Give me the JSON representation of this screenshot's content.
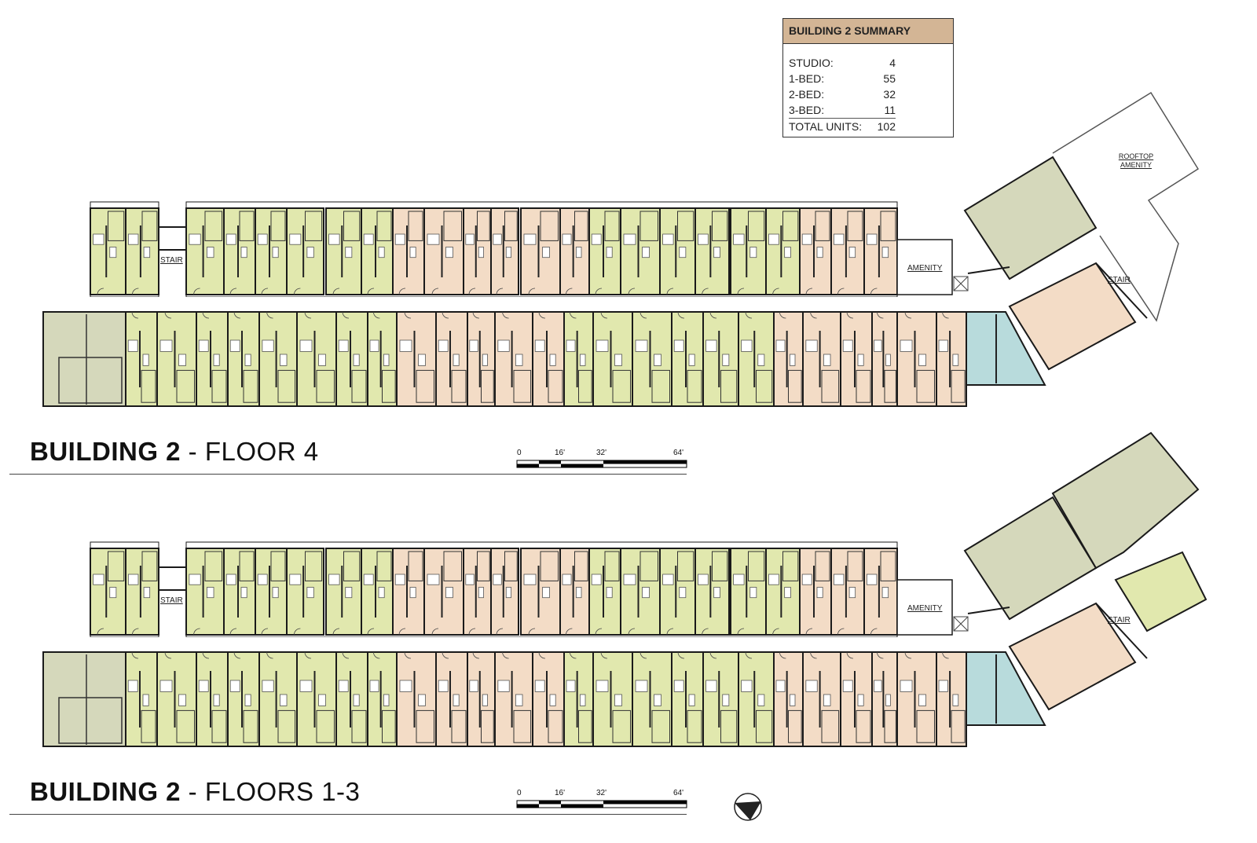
{
  "summary": {
    "title": "BUILDING 2 SUMMARY",
    "rows": [
      {
        "label": "STUDIO:",
        "value": "4"
      },
      {
        "label": "1-BED:",
        "value": "55"
      },
      {
        "label": "2-BED:",
        "value": "32"
      },
      {
        "label": "3-BED:",
        "value": "11"
      },
      {
        "label": "TOTAL UNITS:",
        "value": "102"
      }
    ]
  },
  "plans": [
    {
      "title_bold": "BUILDING 2",
      "title_rest": " - FLOOR 4",
      "labels": {
        "stair_left": "STAIR",
        "amenity": "AMENITY",
        "stair_right": "STAIR",
        "rooftop": "ROOFTOP AMENITY"
      }
    },
    {
      "title_bold": "BUILDING 2",
      "title_rest": " - FLOORS 1-3",
      "labels": {
        "stair_left": "STAIR",
        "amenity": "AMENITY",
        "stair_right": "STAIR"
      }
    }
  ],
  "scale_bar": {
    "ticks": [
      "0",
      "16'",
      "32'",
      "64'"
    ]
  },
  "colors": {
    "green": "#e1e8ae",
    "peach": "#f3dcc6",
    "sage": "#d5d8bb",
    "teal": "#b8dbdc",
    "wall": "#1a1a1a"
  },
  "top_row_units": [
    "green",
    "green",
    "green",
    "green",
    "green",
    "green",
    "green",
    "green",
    "peach",
    "peach",
    "peach",
    "peach",
    "peach",
    "peach",
    "green",
    "green",
    "green",
    "green",
    "green",
    "green",
    "peach",
    "peach",
    "peach"
  ],
  "bottom_row_units": [
    "green",
    "green",
    "green",
    "green",
    "green",
    "green",
    "green",
    "green",
    "peach",
    "peach",
    "peach",
    "peach",
    "peach",
    "green",
    "green",
    "green",
    "green",
    "green",
    "green",
    "peach",
    "peach",
    "peach",
    "peach",
    "peach",
    "peach"
  ]
}
